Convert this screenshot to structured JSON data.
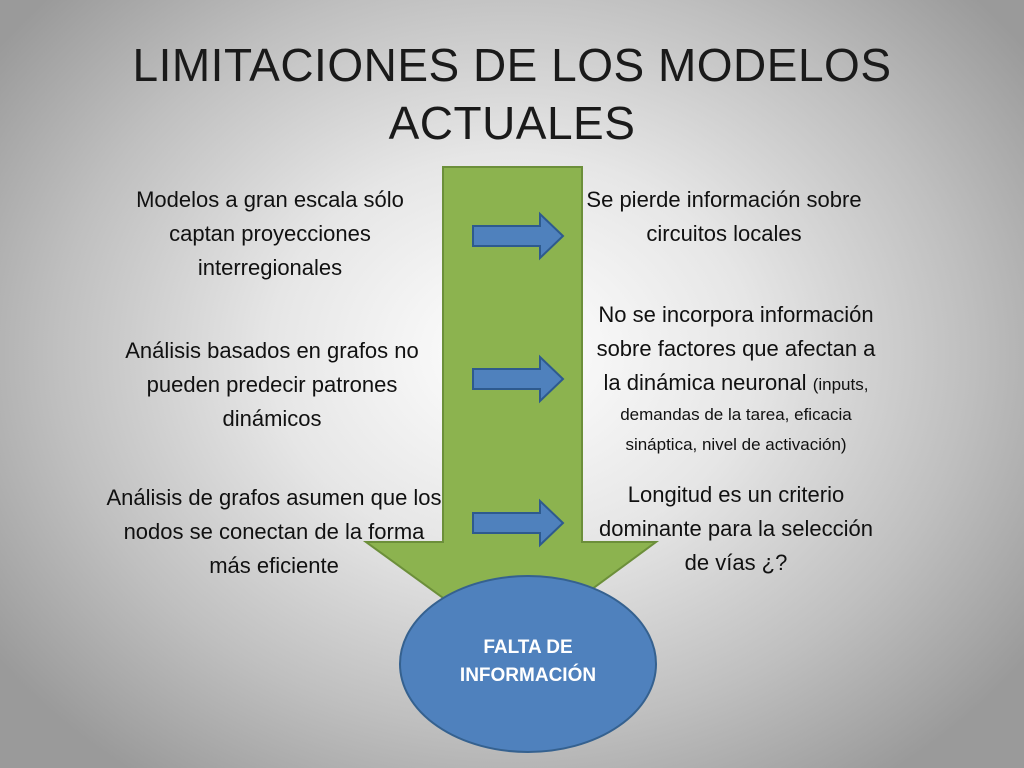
{
  "title": {
    "line1": "LIMITACIONES DE LOS MODELOS",
    "line2": "ACTUALES"
  },
  "rows": [
    {
      "left": [
        "Modelos a gran escala sólo",
        "captan proyecciones",
        "interregionales"
      ],
      "right": [
        "Se pierde información sobre",
        "circuitos locales"
      ]
    },
    {
      "left": [
        "Análisis basados en grafos no",
        "pueden predecir patrones",
        "dinámicos"
      ],
      "right": [
        "No se incorpora información",
        "sobre factores que afectan a",
        "la dinámica neuronal"
      ],
      "right_detail": [
        "(inputs,",
        "demandas de la tarea, eficacia",
        "sináptica, nivel de activación)"
      ]
    },
    {
      "left": [
        "Análisis de grafos asumen que los",
        "nodos se conectan de la forma",
        "más eficiente"
      ],
      "right": [
        "Longitud es un criterio",
        "dominante para la selección",
        "de vías ¿?"
      ]
    }
  ],
  "conclusion": {
    "line1": "FALTA DE",
    "line2": "INFORMACIÓN"
  },
  "colors": {
    "big_arrow_fill": "#8cb34f",
    "big_arrow_stroke": "#6c8f3a",
    "small_arrow_fill": "#4f81bd",
    "small_arrow_stroke": "#2e5a8e",
    "circle_fill": "#4f81bd",
    "circle_stroke": "#35618f"
  }
}
